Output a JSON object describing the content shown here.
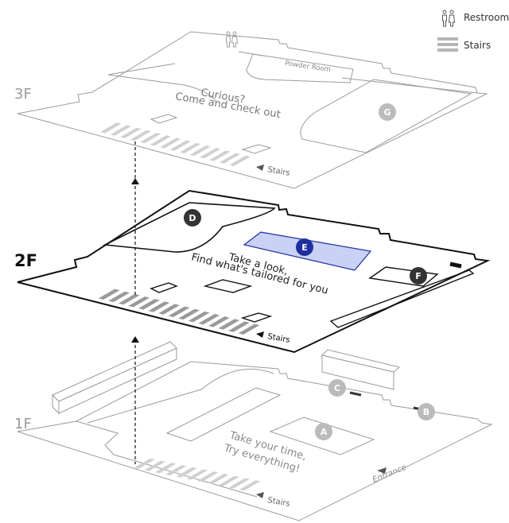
{
  "legend": {
    "restroom_label": "Restroom",
    "stairs_label": "Stairs",
    "restroom_icon": "restroom-icon",
    "stairs_icon": "stairs-icon"
  },
  "floors": {
    "third": {
      "label": "3F",
      "tagline_line1": "Curious?",
      "tagline_line2": "Come and check out",
      "room_label": "Powder Room",
      "stairs_label": "Stairs",
      "zones": [
        "G"
      ]
    },
    "second": {
      "label": "2F",
      "tagline_line1": "Take a look,",
      "tagline_line2": "Find what's tailored for you",
      "stairs_label": "Stairs",
      "zones": [
        "D",
        "E",
        "F"
      ]
    },
    "first": {
      "label": "1F",
      "tagline_line1": "Take your time,",
      "tagline_line2": "Try everything!",
      "stairs_label": "Stairs",
      "entrance_label": "Entrance",
      "zones": [
        "A",
        "B",
        "C"
      ]
    }
  },
  "colors": {
    "active_outline": "#111111",
    "inactive_outline": "#9a9a9a",
    "zone_active": "#333333",
    "zone_inactive": "#bbbbbb",
    "zone_highlight": "#1f2f9e",
    "highlight_fill": "#c9d1f5",
    "stairs_gray": "#b5b5b5"
  }
}
